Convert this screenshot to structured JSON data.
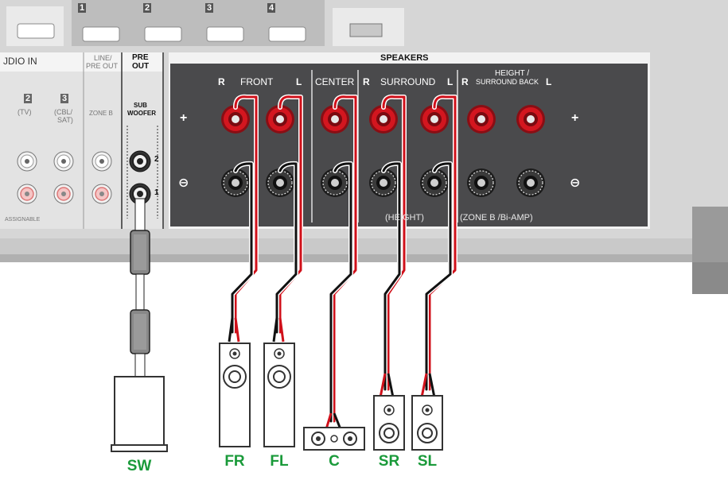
{
  "hdmi_numbers": [
    "1",
    "2",
    "3",
    "4"
  ],
  "audio_in": {
    "title": "JDIO IN",
    "col2_num": "2",
    "col2_label": "(TV)",
    "col3_num": "3",
    "col3_label_line1": "(CBL/",
    "col3_label_line2": "SAT)",
    "assignable": "ASSIGNABLE"
  },
  "line_pre_out": {
    "title_line1": "LINE/",
    "title_line2": "PRE OUT",
    "zone": "ZONE B"
  },
  "pre_out": {
    "title_line1": "PRE",
    "title_line2": "OUT",
    "sub_line1": "SUB",
    "sub_line2": "WOOFER",
    "jack_top": "2",
    "jack_bottom": "1"
  },
  "speakers": {
    "title": "SPEAKERS",
    "front_r": "R",
    "front": "FRONT",
    "front_l": "L",
    "center": "CENTER",
    "surround_r": "R",
    "surround": "SURROUND",
    "surround_l": "L",
    "height_r": "R",
    "height_line1": "HEIGHT /",
    "height_line2": "SURROUND BACK",
    "height_l": "L",
    "plus": "+",
    "minus": "⊖",
    "height_note": "(HEIGHT)",
    "zone_note": "(ZONE B /Bi-AMP)"
  },
  "captions": {
    "sw": "SW",
    "fr": "FR",
    "fl": "FL",
    "c": "C",
    "sr": "SR",
    "sl": "SL"
  },
  "colors": {
    "panel": "#4b4b4d",
    "chassis": "#d9d9d9",
    "red_terminal": "#c8141e",
    "caption_green": "#1a9a3a",
    "wire_red": "#d0101a"
  }
}
